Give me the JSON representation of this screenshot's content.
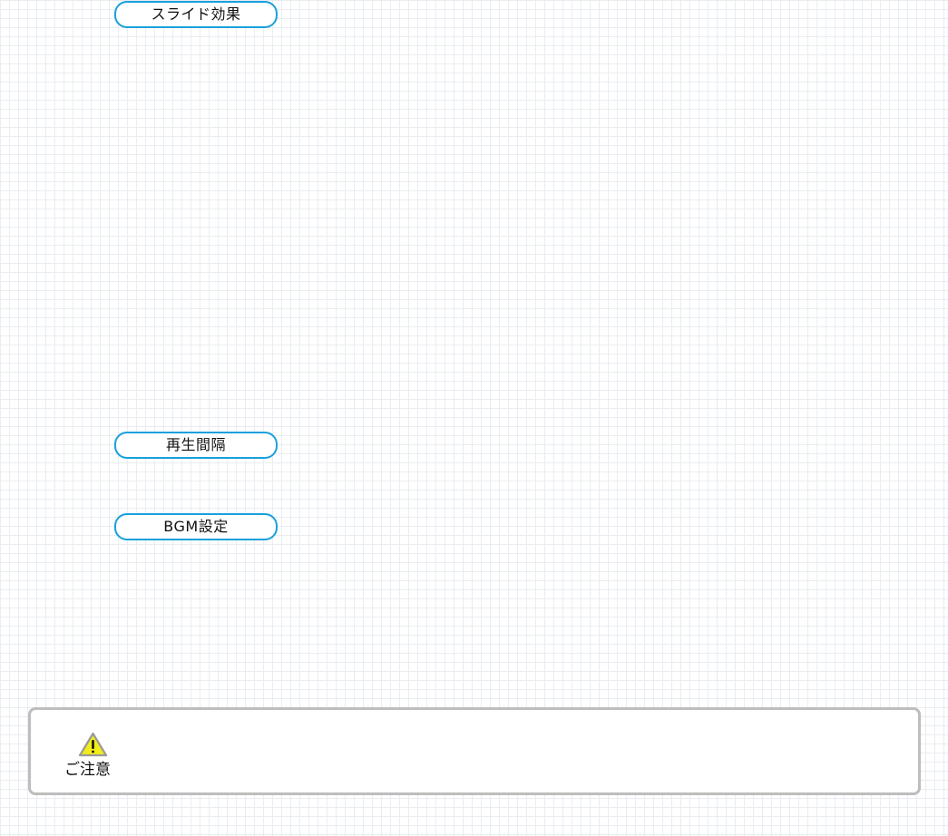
{
  "sections": {
    "slide_effect": {
      "label": "スライド効果"
    },
    "play_interval": {
      "label": "再生間隔"
    },
    "bgm_settings": {
      "label": "BGM設定"
    }
  },
  "notice": {
    "label": "ご注意",
    "icon": "warning-icon",
    "icon_fill": "#f2ec1a",
    "border_color": "#bdbdbd"
  },
  "colors": {
    "pill_border": "#1aa0dc"
  }
}
